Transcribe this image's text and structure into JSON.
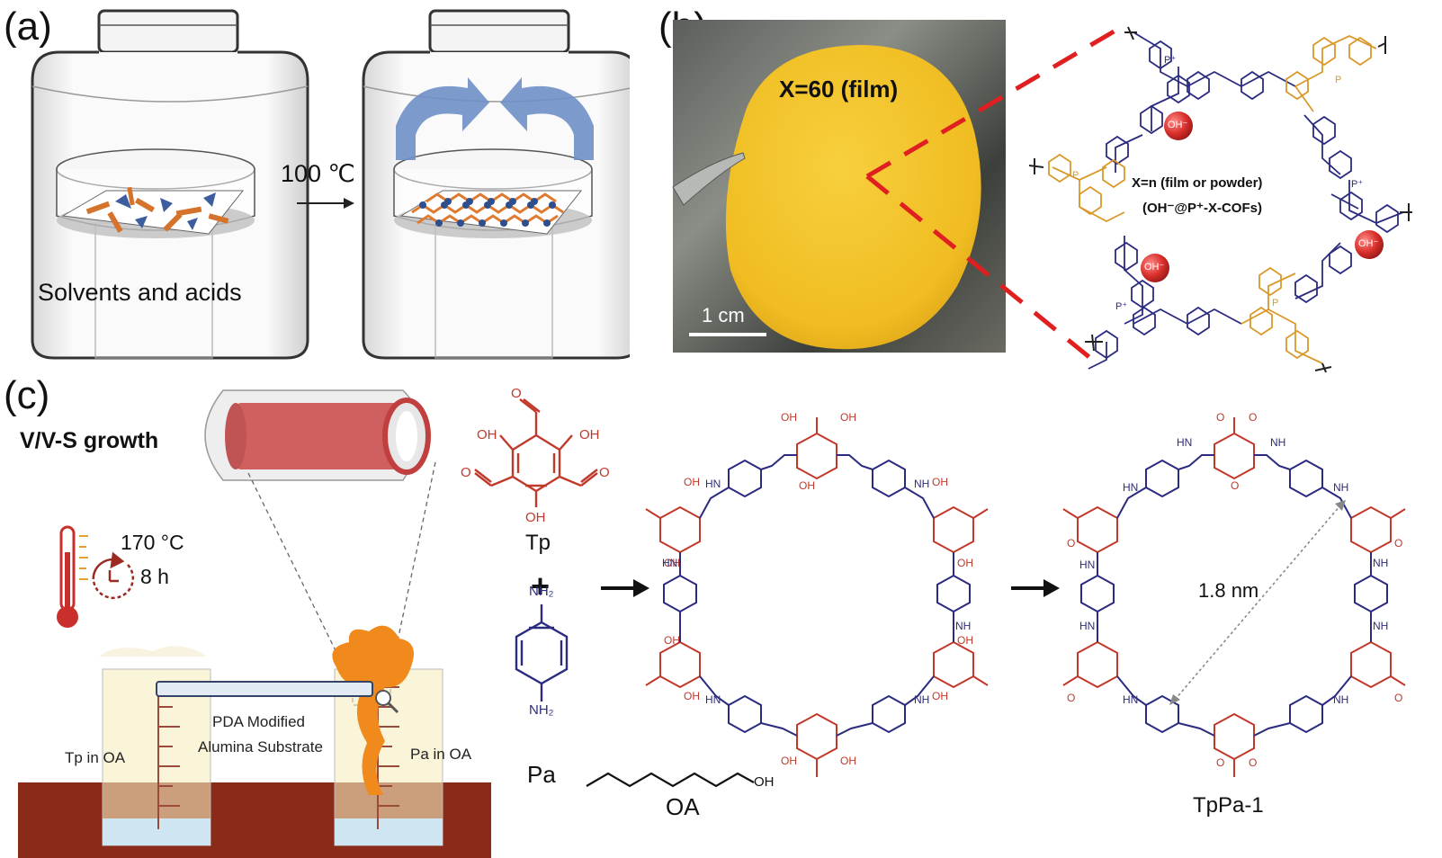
{
  "panels": {
    "a": "(a)",
    "b": "(b)",
    "c": "(c)"
  },
  "panel_a": {
    "temperature": "100 ℃",
    "solvent_label": "Solvents and acids"
  },
  "panel_b": {
    "film_label": "X=60 (film)",
    "scale_bar": "1 cm",
    "structure_label_1": "X=n (film or powder)",
    "structure_label_2": "(OH⁻@P⁺-X-COFs)",
    "ion": "OH⁻",
    "p_plus": "P⁺",
    "p_neutral": "P"
  },
  "panel_c": {
    "growth_label": "V/V-S growth",
    "temperature": "170 °C",
    "time": "8 h",
    "tp_beaker": "Tp in OA",
    "pa_beaker": "Pa in OA",
    "substrate_1": "PDA Modified",
    "substrate_2": "Alumina Substrate",
    "tp_name": "Tp",
    "plus": "+",
    "pa_name": "Pa",
    "oa_name": "OA",
    "oh": "OH",
    "nh2": "NH₂",
    "hn": "HN",
    "nh": "NH",
    "o": "O",
    "pore_size": "1.8 nm",
    "product_name": "TpPa-1"
  },
  "colors": {
    "red_chem": "#c0392b",
    "blue_chem": "#2b2b80",
    "gold_chem": "#d99a2b",
    "film_yellow": "#f2c230",
    "dash_red": "#e02020",
    "oh_ball": "#d9302c",
    "arrow_blue": "#6f8fc8",
    "bench": "#8a2a18",
    "flame": "#f08a1c",
    "thermo_red": "#c9302c"
  }
}
